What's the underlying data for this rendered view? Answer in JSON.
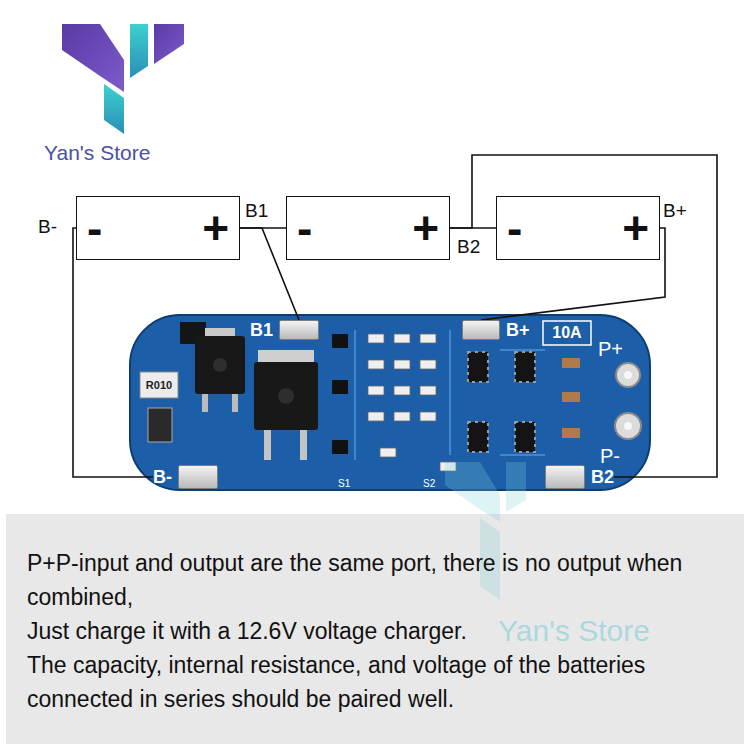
{
  "diagram": {
    "nodes": [
      {
        "text": [
          "-",
          "+"
        ]
      },
      {
        "text": [
          "-",
          "+"
        ]
      },
      {
        "text": [
          "-",
          "+"
        ]
      },
      {
        "text": [
          "10A",
          "P+",
          "P-",
          "R010",
          "S1",
          "S2"
        ]
      },
      {
        "text": [
          "B1"
        ],
        "in": 3
      },
      {
        "text": [
          "B+"
        ],
        "in": 3
      },
      {
        "text": [
          "B-"
        ],
        "in": 3
      },
      {
        "text": [
          "B2"
        ],
        "in": 3
      }
    ],
    "edges": [
      {
        "from": 0,
        "to": 1,
        "arrow": "none"
      },
      {
        "from": 1,
        "to": 2,
        "arrow": "none"
      },
      {
        "from": 0,
        "to": 6,
        "arrow": "none"
      },
      {
        "from": 0,
        "to": 4,
        "arrow": "none"
      },
      {
        "from": 1,
        "to": 7,
        "arrow": "none"
      },
      {
        "from": 2,
        "to": 5,
        "arrow": "none"
      }
    ],
    "labels": [
      "Yan's Store",
      "B-",
      "B1",
      "B2",
      "B+",
      "Yan's Store",
      "P+P-input and output are the same port, there is no output when combined,",
      "Just charge it with a 12.6V voltage charger.",
      "The capacity, internal resistance, and voltage of the batteries connected in series should be paired well."
    ]
  }
}
